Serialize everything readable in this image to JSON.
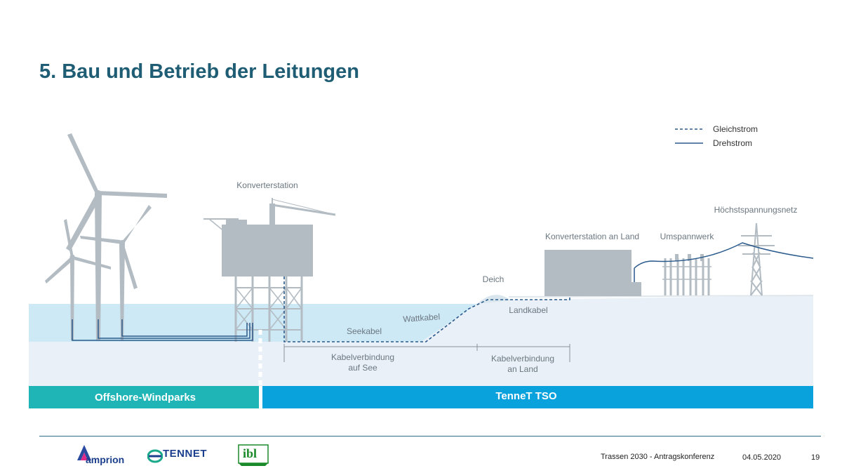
{
  "slide": {
    "title": "5. Bau und Betrieb der Leitungen"
  },
  "legend": {
    "dc_label": "Gleichstrom",
    "ac_label": "Drehstrom"
  },
  "diagram": {
    "labels": {
      "converter_station": "Konverterstation",
      "converter_station_land": "Konverterstation an Land",
      "substation": "Umspannwerk",
      "grid": "Höchstspannungsnetz",
      "dike": "Deich",
      "sea_cable": "Seekabel",
      "mudflat_cable": "Wattkabel",
      "land_cable": "Landkabel",
      "sea_connection_line1": "Kabelverbindung",
      "sea_connection_line2": "auf See",
      "land_connection_line1": "Kabelverbindung",
      "land_connection_line2": "an Land"
    },
    "bars": {
      "offshore": "Offshore-Windparks",
      "tso": "TenneT TSO"
    },
    "colors": {
      "sea": "#cde9f5",
      "seabed": "#e9f0f7",
      "structure": "#b3bcc3",
      "cable": "#2a5a8c",
      "offshore_bar": "#1fb5b6",
      "tso_bar": "#0aa2dd",
      "title": "#1f5d75"
    }
  },
  "footer": {
    "logos": {
      "amprion": "amprion",
      "tennet": "TENNET",
      "ibl": "ibl"
    },
    "conference": "Trassen 2030 - Antragskonferenz",
    "date": "04.05.2020",
    "page": "19"
  }
}
